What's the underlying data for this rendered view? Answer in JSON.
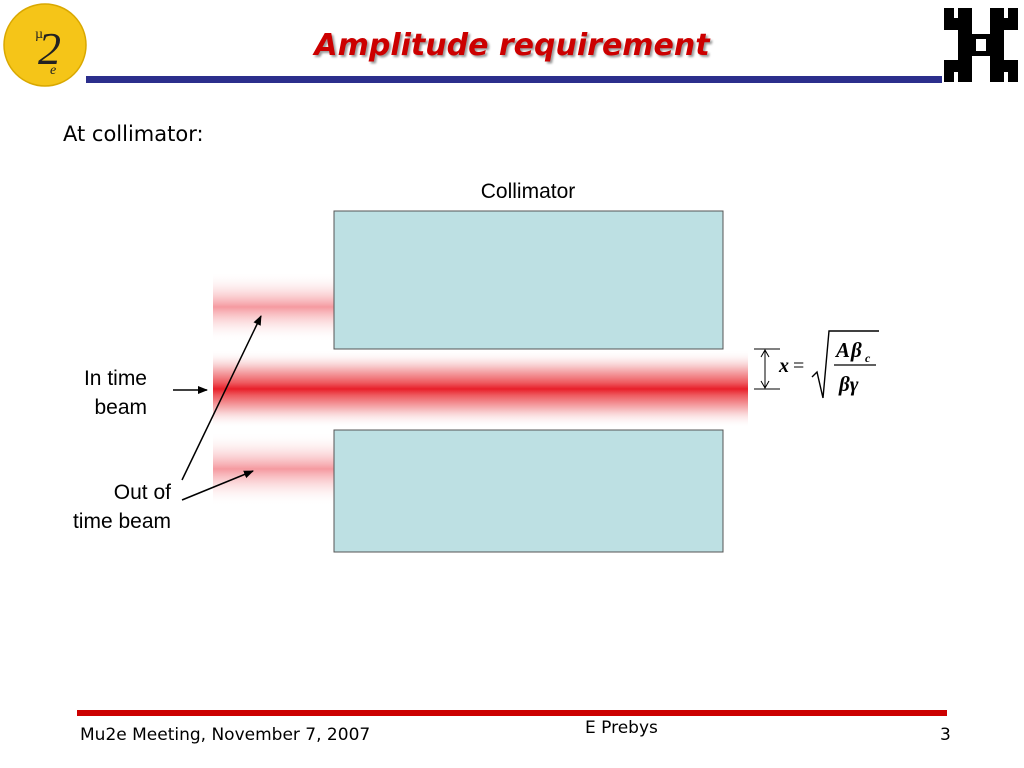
{
  "slide": {
    "title": "Amplitude requirement",
    "subheading": "At collimator:",
    "footer": {
      "left": "Mu2e Meeting, November 7, 2007",
      "center": "E Prebys",
      "page_number": "3"
    }
  },
  "logos": {
    "left": {
      "icon": "mu2e-logo-icon",
      "text_mu": "µ",
      "text_2": "2",
      "text_e": "e"
    },
    "right": {
      "icon": "fermilab-logo-icon"
    }
  },
  "diagram": {
    "collimator_label": "Collimator",
    "in_time_label": [
      "In time",
      "beam"
    ],
    "out_of_time_label": [
      "Out of",
      "time beam"
    ],
    "formula": {
      "lhs": "x",
      "equals": "=",
      "numerator_A": "A",
      "numerator_beta": "β",
      "numerator_sub": "c",
      "denominator": "βγ"
    }
  },
  "colors": {
    "title": "#cc0000",
    "title_rule": "#2b2e8c",
    "footer_rule": "#cc0000",
    "collimator_fill": "#bde0e3",
    "beam_core": "#e8202a",
    "logo_yellow": "#f5c518"
  }
}
